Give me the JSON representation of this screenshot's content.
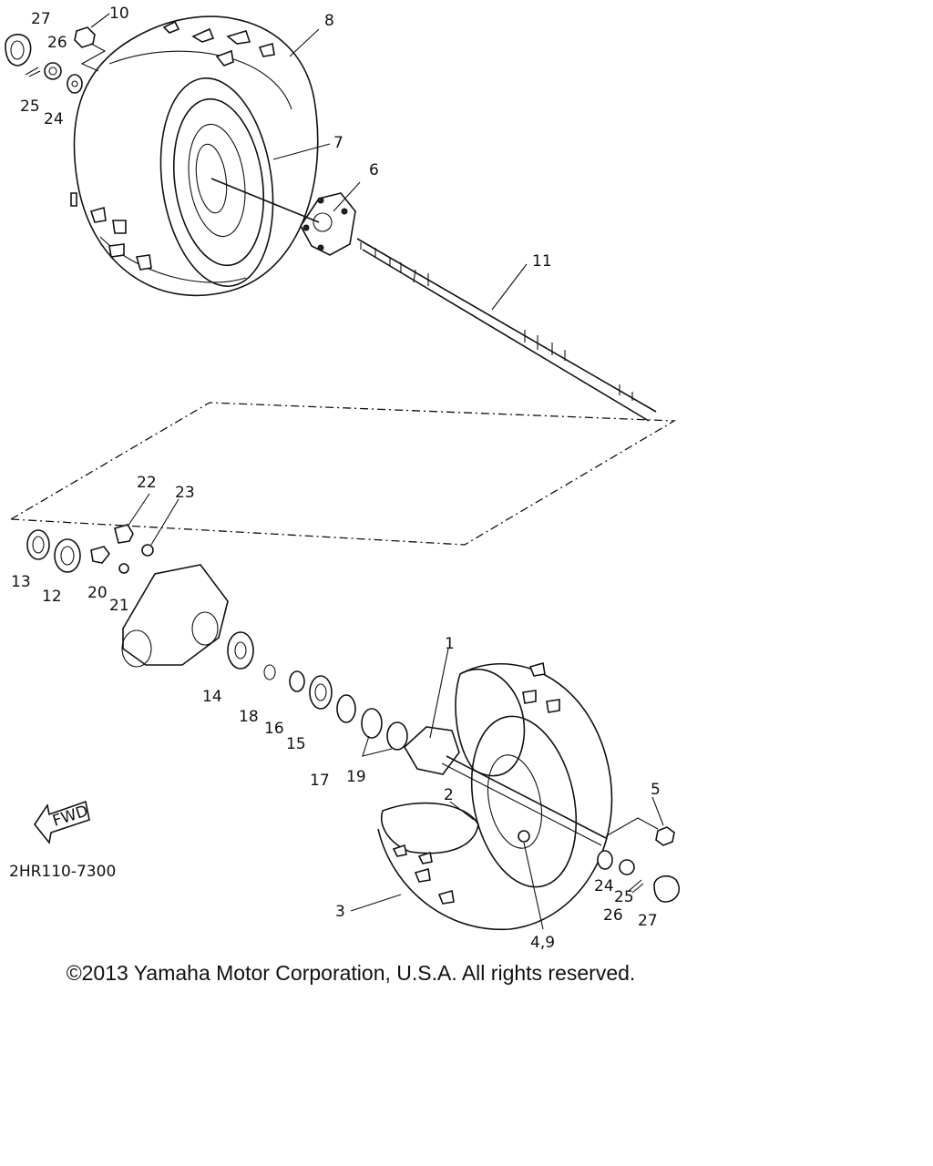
{
  "diagram": {
    "part_code": "2HR110-7300",
    "fwd_label": "FWD",
    "copyright": "©2013 Yamaha Motor Corporation, U.S.A. All rights reserved.",
    "callouts": {
      "c1": "1",
      "c2": "2",
      "c3": "3",
      "c4_9": "4,9",
      "c5": "5",
      "c6": "6",
      "c7": "7",
      "c8": "8",
      "c10": "10",
      "c11": "11",
      "c12": "12",
      "c13": "13",
      "c14": "14",
      "c15": "15",
      "c16": "16",
      "c17": "17",
      "c18": "18",
      "c19": "19",
      "c20": "20",
      "c21": "21",
      "c22": "22",
      "c23": "23",
      "c24_top": "24",
      "c25_top": "25",
      "c26_top": "26",
      "c27_top": "27",
      "c24_bot": "24",
      "c25_bot": "25",
      "c26_bot": "26",
      "c27_bot": "27"
    }
  }
}
